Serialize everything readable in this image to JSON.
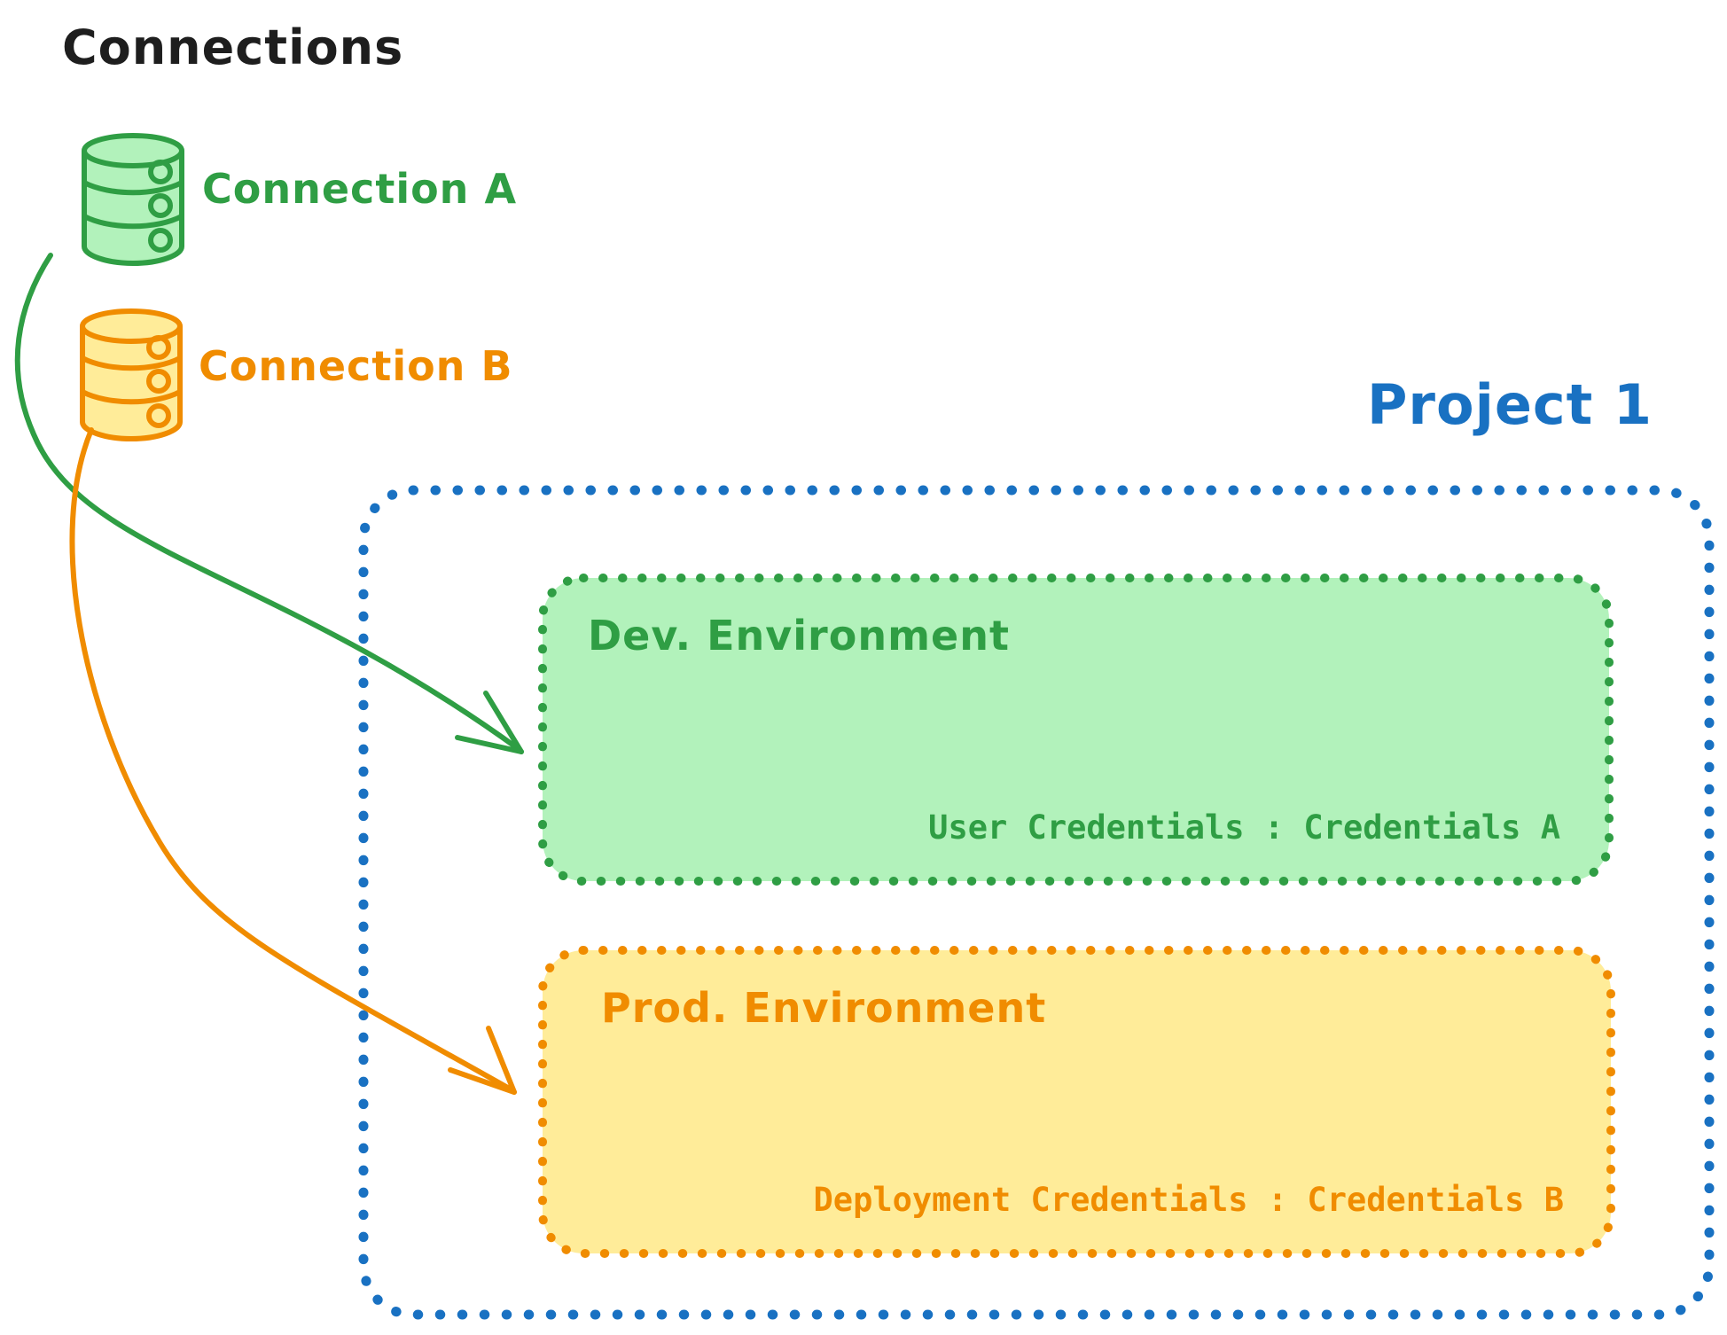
{
  "diagram_title": "Connections",
  "connections": [
    {
      "id": "a",
      "label": "Connection A",
      "icon": "database-cylinder",
      "stroke_color": "#2f9e44",
      "fill_color": "#b2f2bb"
    },
    {
      "id": "b",
      "label": "Connection B",
      "icon": "database-cylinder",
      "stroke_color": "#f08c00",
      "fill_color": "#ffec99"
    }
  ],
  "project": {
    "title": "Project 1",
    "border_color": "#1971c2",
    "environments": [
      {
        "name": "Dev. Environment",
        "credentials_label": "User Credentials : Credentials A",
        "stroke_color": "#2f9e44",
        "fill_color": "#b2f2bb"
      },
      {
        "name": "Prod. Environment",
        "credentials_label": "Deployment Credentials : Credentials B",
        "stroke_color": "#f08c00",
        "fill_color": "#ffec99"
      }
    ]
  },
  "arrows": [
    {
      "from": "Connection A",
      "to": "Dev. Environment",
      "color": "#2f9e44"
    },
    {
      "from": "Connection B",
      "to": "Prod. Environment",
      "color": "#f08c00"
    }
  ],
  "colors": {
    "title_text": "#1e1e1e",
    "green": "#2f9e44",
    "green_fill": "#b2f2bb",
    "orange": "#f08c00",
    "yellow_fill": "#ffec99",
    "blue": "#1971c2",
    "background": "#ffffff"
  }
}
